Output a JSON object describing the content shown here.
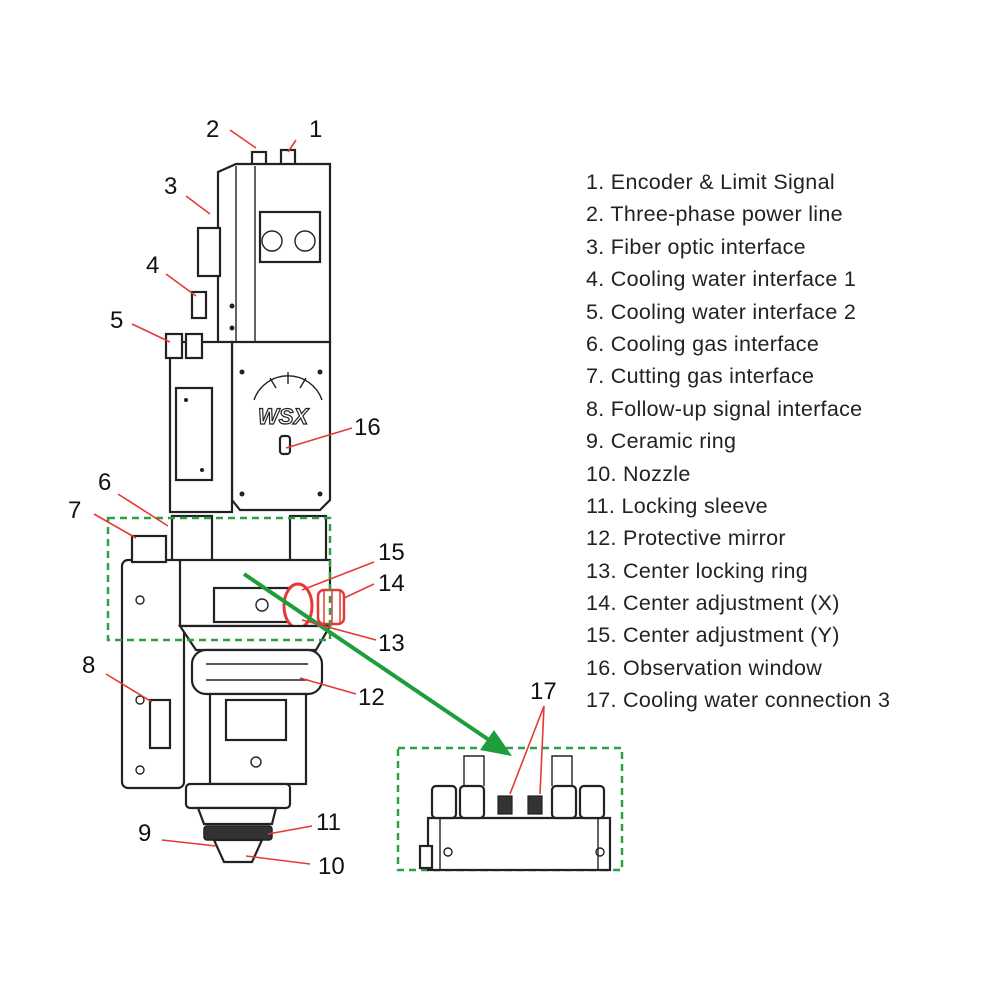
{
  "legend": [
    "1. Encoder & Limit Signal",
    "2. Three-phase power line",
    "3. Fiber optic interface",
    "4. Cooling water interface 1",
    "5. Cooling water interface 2",
    "6. Cooling gas interface",
    "7. Cutting gas interface",
    "8. Follow-up signal interface",
    "9. Ceramic ring",
    "10. Nozzle",
    "11. Locking sleeve",
    "12. Protective mirror",
    "13. Center locking ring",
    "14. Center adjustment (X)",
    "15. Center adjustment (Y)",
    "16. Observation window",
    "17. Cooling water connection 3"
  ],
  "callouts": [
    "1",
    "2",
    "3",
    "4",
    "5",
    "6",
    "7",
    "8",
    "9",
    "10",
    "11",
    "12",
    "13",
    "14",
    "15",
    "16",
    "17"
  ],
  "logo_text": "WSX",
  "colors": {
    "leader": "#e53935",
    "highlight_box": "#2ea043",
    "arrow": "#1e9e3a",
    "outline": "#222222"
  }
}
